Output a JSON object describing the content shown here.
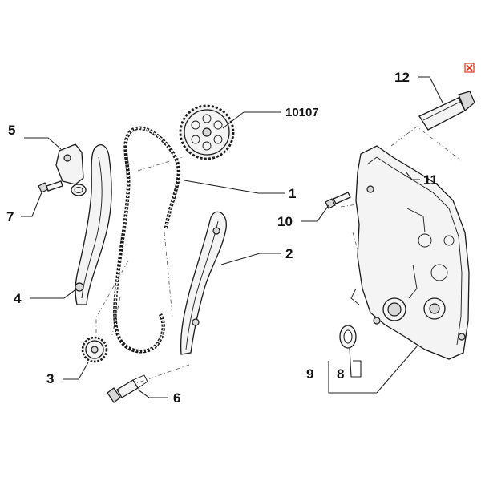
{
  "labels": {
    "p1": "1",
    "p2": "2",
    "p3": "3",
    "p4": "4",
    "p5": "5",
    "p6": "6",
    "p7": "7",
    "p8": "8",
    "p9": "9",
    "p10": "10",
    "p11": "11",
    "p12": "12",
    "p10107": "10107"
  },
  "ui": {
    "close_icon": "close-icon",
    "close_color": "#e0301e"
  }
}
